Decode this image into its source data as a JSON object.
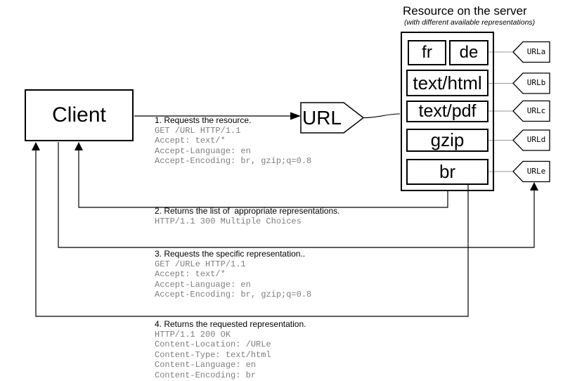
{
  "header": {
    "title": "Resource on the server",
    "subtitle": "(with different available representations)"
  },
  "client": {
    "label": "Client"
  },
  "url_node": {
    "label": "URL"
  },
  "server": {
    "rows": [
      {
        "cells": [
          "fr",
          "de"
        ],
        "url": "URLa"
      },
      {
        "cells": [
          "text/html"
        ],
        "url": "URLb"
      },
      {
        "cells": [
          "text/pdf"
        ],
        "url": "URLc"
      },
      {
        "cells": [
          "gzip"
        ],
        "url": "URLd"
      },
      {
        "cells": [
          "br"
        ],
        "url": "URLe"
      }
    ]
  },
  "steps": [
    {
      "label": "1. Requests the resource.",
      "lines": [
        "GET /URL HTTP/1.1",
        "Accept: text/*",
        "Accept-Language: en",
        "Accept-Encoding: br, gzip;q=0.8"
      ]
    },
    {
      "label": "2. Returns the list of  appropriate representations.",
      "lines": [
        "HTTP/1.1 300 Multiple Choices"
      ]
    },
    {
      "label": "3. Requests the specific representation..",
      "lines": [
        "GET /URLe HTTP/1.1",
        "Accept: text/*",
        "Accept-Language: en",
        "Accept-Encoding: br, gzip;q=0.8"
      ]
    },
    {
      "label": "4. Returns the requested representation.",
      "lines": [
        "HTTP/1.1 200 OK",
        "Content-Location: /URLe",
        "Content-Type: text/html",
        "Content-Language: en",
        "Content-Encoding: br"
      ]
    }
  ],
  "colors": {
    "outline": "#000000",
    "http_text": "#808080",
    "connector": "#999999"
  }
}
